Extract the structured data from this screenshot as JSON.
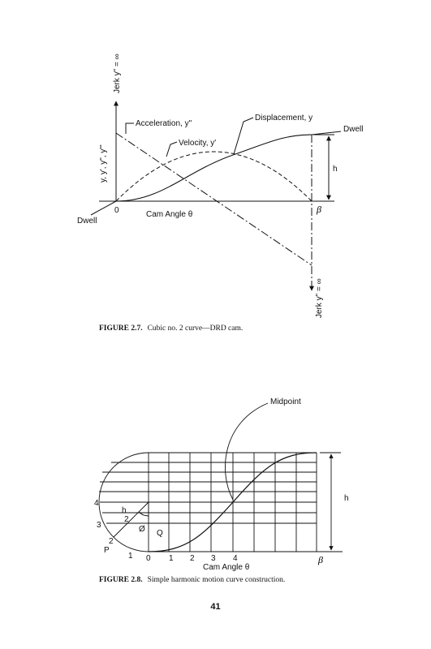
{
  "fig27": {
    "jerk_top": "Jerk y\" = ∞",
    "jerk_bottom": "Jerk y\" = ∞",
    "y_axis": "y, y', y\", y\"'",
    "acceleration": "Acceleration, y\"",
    "velocity": "Velocity, y'",
    "displacement": "Displacement, y",
    "dwell_right": "Dwell",
    "dwell_left": "Dwell",
    "h": "h",
    "origin": "0",
    "cam_angle": "Cam Angle θ",
    "beta": "β",
    "caption_num": "FIGURE 2.7.",
    "caption_text": "Cubic no. 2 curve—DRD cam."
  },
  "fig28": {
    "midpoint": "Midpoint",
    "h": "h",
    "num4": "4",
    "num3": "3",
    "num2": "2",
    "P": "P",
    "num1": "1",
    "h_over": "h",
    "over2": "2",
    "phi": "Ø",
    "Q": "Q",
    "ticks": [
      "0",
      "1",
      "2",
      "3",
      "4"
    ],
    "beta": "β",
    "cam_angle": "Cam Angle θ",
    "caption_num": "FIGURE 2.8.",
    "caption_text": "Simple harmonic motion curve construction."
  },
  "page_number": "41"
}
